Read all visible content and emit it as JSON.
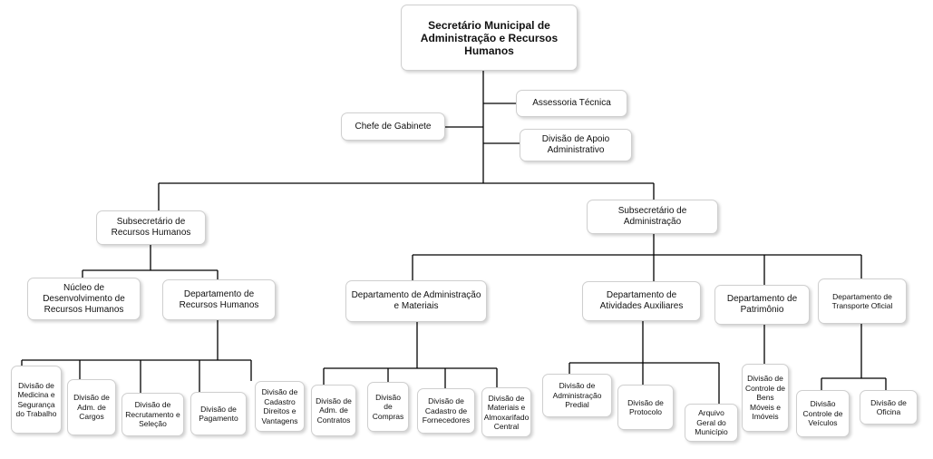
{
  "root": "Secretário Municipal de Administração e Recursos Humanos",
  "staff": {
    "assessoria": "Assessoria Técnica",
    "chefe": "Chefe de Gabinete",
    "apoio": "Divisão de Apoio Administrativo"
  },
  "sub_rh": {
    "title": "Subsecretário de Recursos Humanos",
    "nucleo": "Núcleo de Desenvolvimento de Recursos Humanos",
    "dept_rh": {
      "title": "Departamento de Recursos Humanos",
      "divisions": [
        "Divisão de Medicina e Segurança do Trabalho",
        "Divisão de Adm. de Cargos",
        "Divisão de Recrutamento e Seleção",
        "Divisão de Pagamento",
        "Divisão de Cadastro Direitos e Vantagens"
      ]
    }
  },
  "sub_adm": {
    "title": "Subsecretário de Administração",
    "dept_mat": {
      "title": "Departamento de Administração e Materiais",
      "divisions": [
        "Divisão de Adm. de Contratos",
        "Divisão de Compras",
        "Divisão de Cadastro de Fornecedores",
        "Divisão de Materiais e Almoxarifado Central"
      ]
    },
    "dept_aux": {
      "title": "Departamento de Atividades Auxiliares",
      "divisions": [
        "Divisão de Administração Predial",
        "Divisão de Protocolo",
        "Arquivo Geral do Município"
      ]
    },
    "dept_pat": {
      "title": "Departamento de Patrimônio",
      "divisions": [
        "Divisão de Controle de Bens Móveis e Imóveis"
      ]
    },
    "dept_transp": {
      "title": "Departamento de Transporte Oficial",
      "divisions": [
        "Divisão Controle de Veículos",
        "Divisão de Oficina"
      ]
    }
  }
}
